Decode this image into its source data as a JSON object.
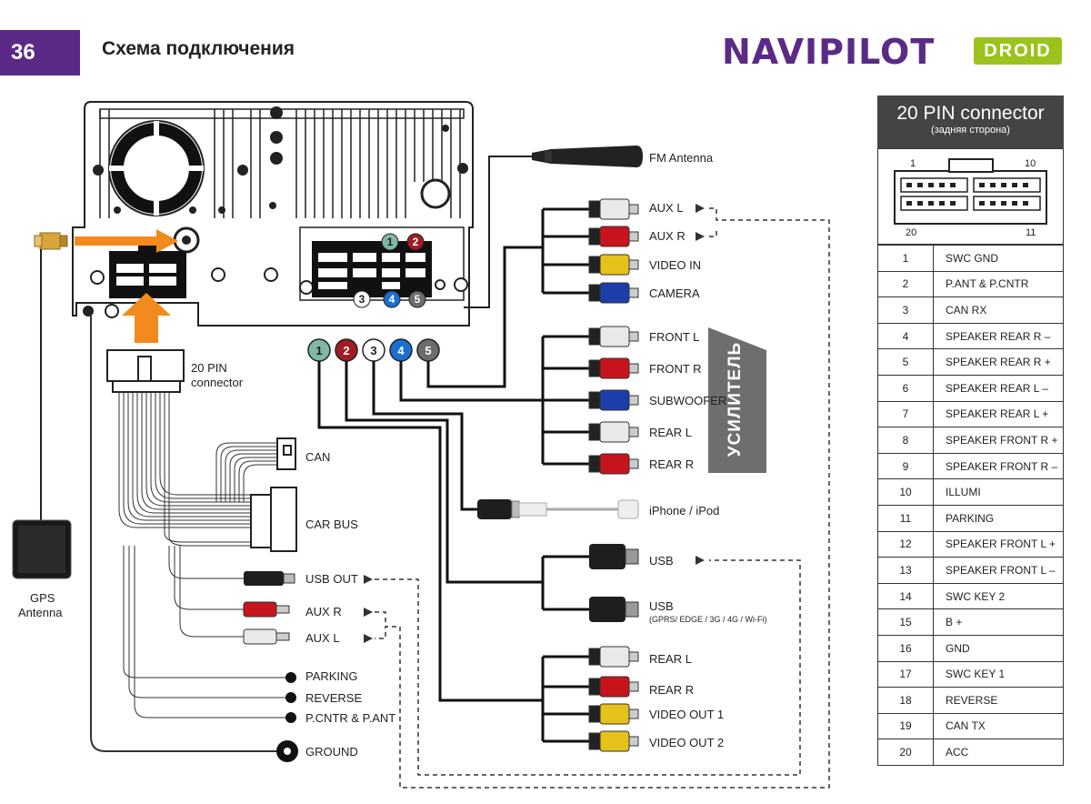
{
  "header": {
    "page_number": "36",
    "title": "Схема подключения",
    "brand": "NAVIPILOT",
    "brand_sub": "DROID"
  },
  "labels": {
    "fm_antenna": "FM Antenna",
    "aux_l_top": "AUX L",
    "aux_r_top": "AUX R",
    "video_in": "VIDEO IN",
    "camera": "CAMERA",
    "front_l": "FRONT L",
    "front_r": "FRONT R",
    "subwoofer": "SUBWOOFER",
    "rear_l_top": "REAR L",
    "rear_r_top": "REAR R",
    "amplifier": "УСИЛИТЕЛЬ",
    "iphone": "iPhone / iPod",
    "usb1": "USB",
    "usb2": "USB",
    "usb2_sub": "(GPRS/ EDGE / 3G / 4G / Wi-Fi)",
    "rear_l_bottom": "REAR L",
    "rear_r_bottom": "REAR R",
    "video_out_1": "VIDEO OUT 1",
    "video_out_2": "VIDEO OUT 2",
    "connector_20pin_line1": "20 PIN",
    "connector_20pin_line2": "connector",
    "can": "CAN",
    "car_bus": "CAR BUS",
    "usb_out": "USB OUT",
    "aux_r_bottom": "AUX R",
    "aux_l_bottom": "AUX L",
    "parking": "PARKING",
    "reverse": "REVERSE",
    "pcntr_pant": "P.CNTR & P.ANT",
    "ground": "GROUND",
    "gps_line1": "GPS",
    "gps_line2": "Antenna"
  },
  "port_numbers": [
    "1",
    "2",
    "3",
    "4",
    "5"
  ],
  "port_colors": [
    "#7fb8a4",
    "#a01c22",
    "#ffffff",
    "#1a6fcf",
    "#6d6d6d"
  ],
  "plug_colors": {
    "white": "#e9e9e9",
    "red": "#c8141c",
    "yellow": "#e4c21a",
    "blue": "#1b3ea8",
    "black": "#1e1e1e"
  },
  "arrow_color": "#f28a1e",
  "pin_table": {
    "title": "20 PIN connector",
    "subtitle": "(задняя сторона)",
    "pin_1_label": "1",
    "pin_10_label": "10",
    "pin_20_label": "20",
    "pin_11_label": "11",
    "rows": [
      {
        "num": "1",
        "fn": "SWC GND"
      },
      {
        "num": "2",
        "fn": "P.ANT & P.CNTR"
      },
      {
        "num": "3",
        "fn": "CAN RX"
      },
      {
        "num": "4",
        "fn": "SPEAKER REAR R –"
      },
      {
        "num": "5",
        "fn": "SPEAKER REAR R +"
      },
      {
        "num": "6",
        "fn": "SPEAKER REAR L –"
      },
      {
        "num": "7",
        "fn": "SPEAKER REAR L +"
      },
      {
        "num": "8",
        "fn": "SPEAKER FRONT R +"
      },
      {
        "num": "9",
        "fn": "SPEAKER FRONT R –"
      },
      {
        "num": "10",
        "fn": "ILLUMI"
      },
      {
        "num": "11",
        "fn": "PARKING"
      },
      {
        "num": "12",
        "fn": "SPEAKER FRONT L +"
      },
      {
        "num": "13",
        "fn": "SPEAKER FRONT L –"
      },
      {
        "num": "14",
        "fn": "SWC KEY 2"
      },
      {
        "num": "15",
        "fn": "B +"
      },
      {
        "num": "16",
        "fn": "GND"
      },
      {
        "num": "17",
        "fn": "SWC KEY 1"
      },
      {
        "num": "18",
        "fn": "REVERSE"
      },
      {
        "num": "19",
        "fn": "CAN TX"
      },
      {
        "num": "20",
        "fn": "ACC"
      }
    ]
  }
}
